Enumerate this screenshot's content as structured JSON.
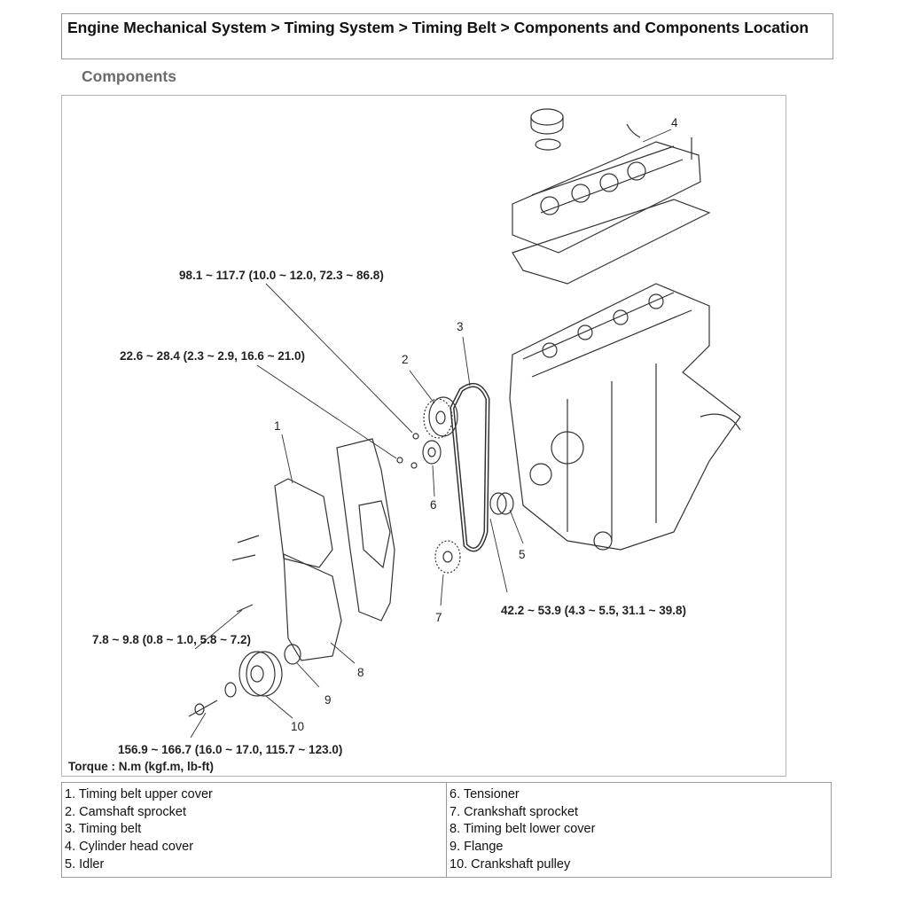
{
  "header": {
    "breadcrumb": "Engine Mechanical System > Timing System > Timing Belt > Components and Components Location"
  },
  "section_title": "Components",
  "diagram": {
    "torque_labels": {
      "camshaft_bolt": "98.1 ~ 117.7 (10.0 ~ 12.0, 72.3 ~ 86.8)",
      "tensioner_bolt": "22.6 ~ 28.4 (2.3 ~ 2.9, 16.6 ~ 21.0)",
      "cover_bolt": "7.8 ~ 9.8 (0.8 ~ 1.0, 5.8 ~ 7.2)",
      "crank_bolt": "156.9 ~ 166.7 (16.0 ~ 17.0, 115.7 ~ 123.0)",
      "idler_bolt": "42.2 ~ 53.9 (4.3 ~ 5.5, 31.1 ~ 39.8)",
      "unit_note": "Torque : N.m (kgf.m, lb-ft)"
    },
    "callouts": [
      "1",
      "2",
      "3",
      "4",
      "5",
      "6",
      "7",
      "8",
      "9",
      "10"
    ]
  },
  "legend": {
    "left": [
      "1. Timing belt upper cover",
      "2. Camshaft sprocket",
      "3. Timing belt",
      "4. Cylinder head cover",
      "5. Idler"
    ],
    "right": [
      "6. Tensioner",
      "7. Crankshaft sprocket",
      "8. Timing belt lower cover",
      "9. Flange",
      "10. Crankshaft pulley"
    ]
  }
}
